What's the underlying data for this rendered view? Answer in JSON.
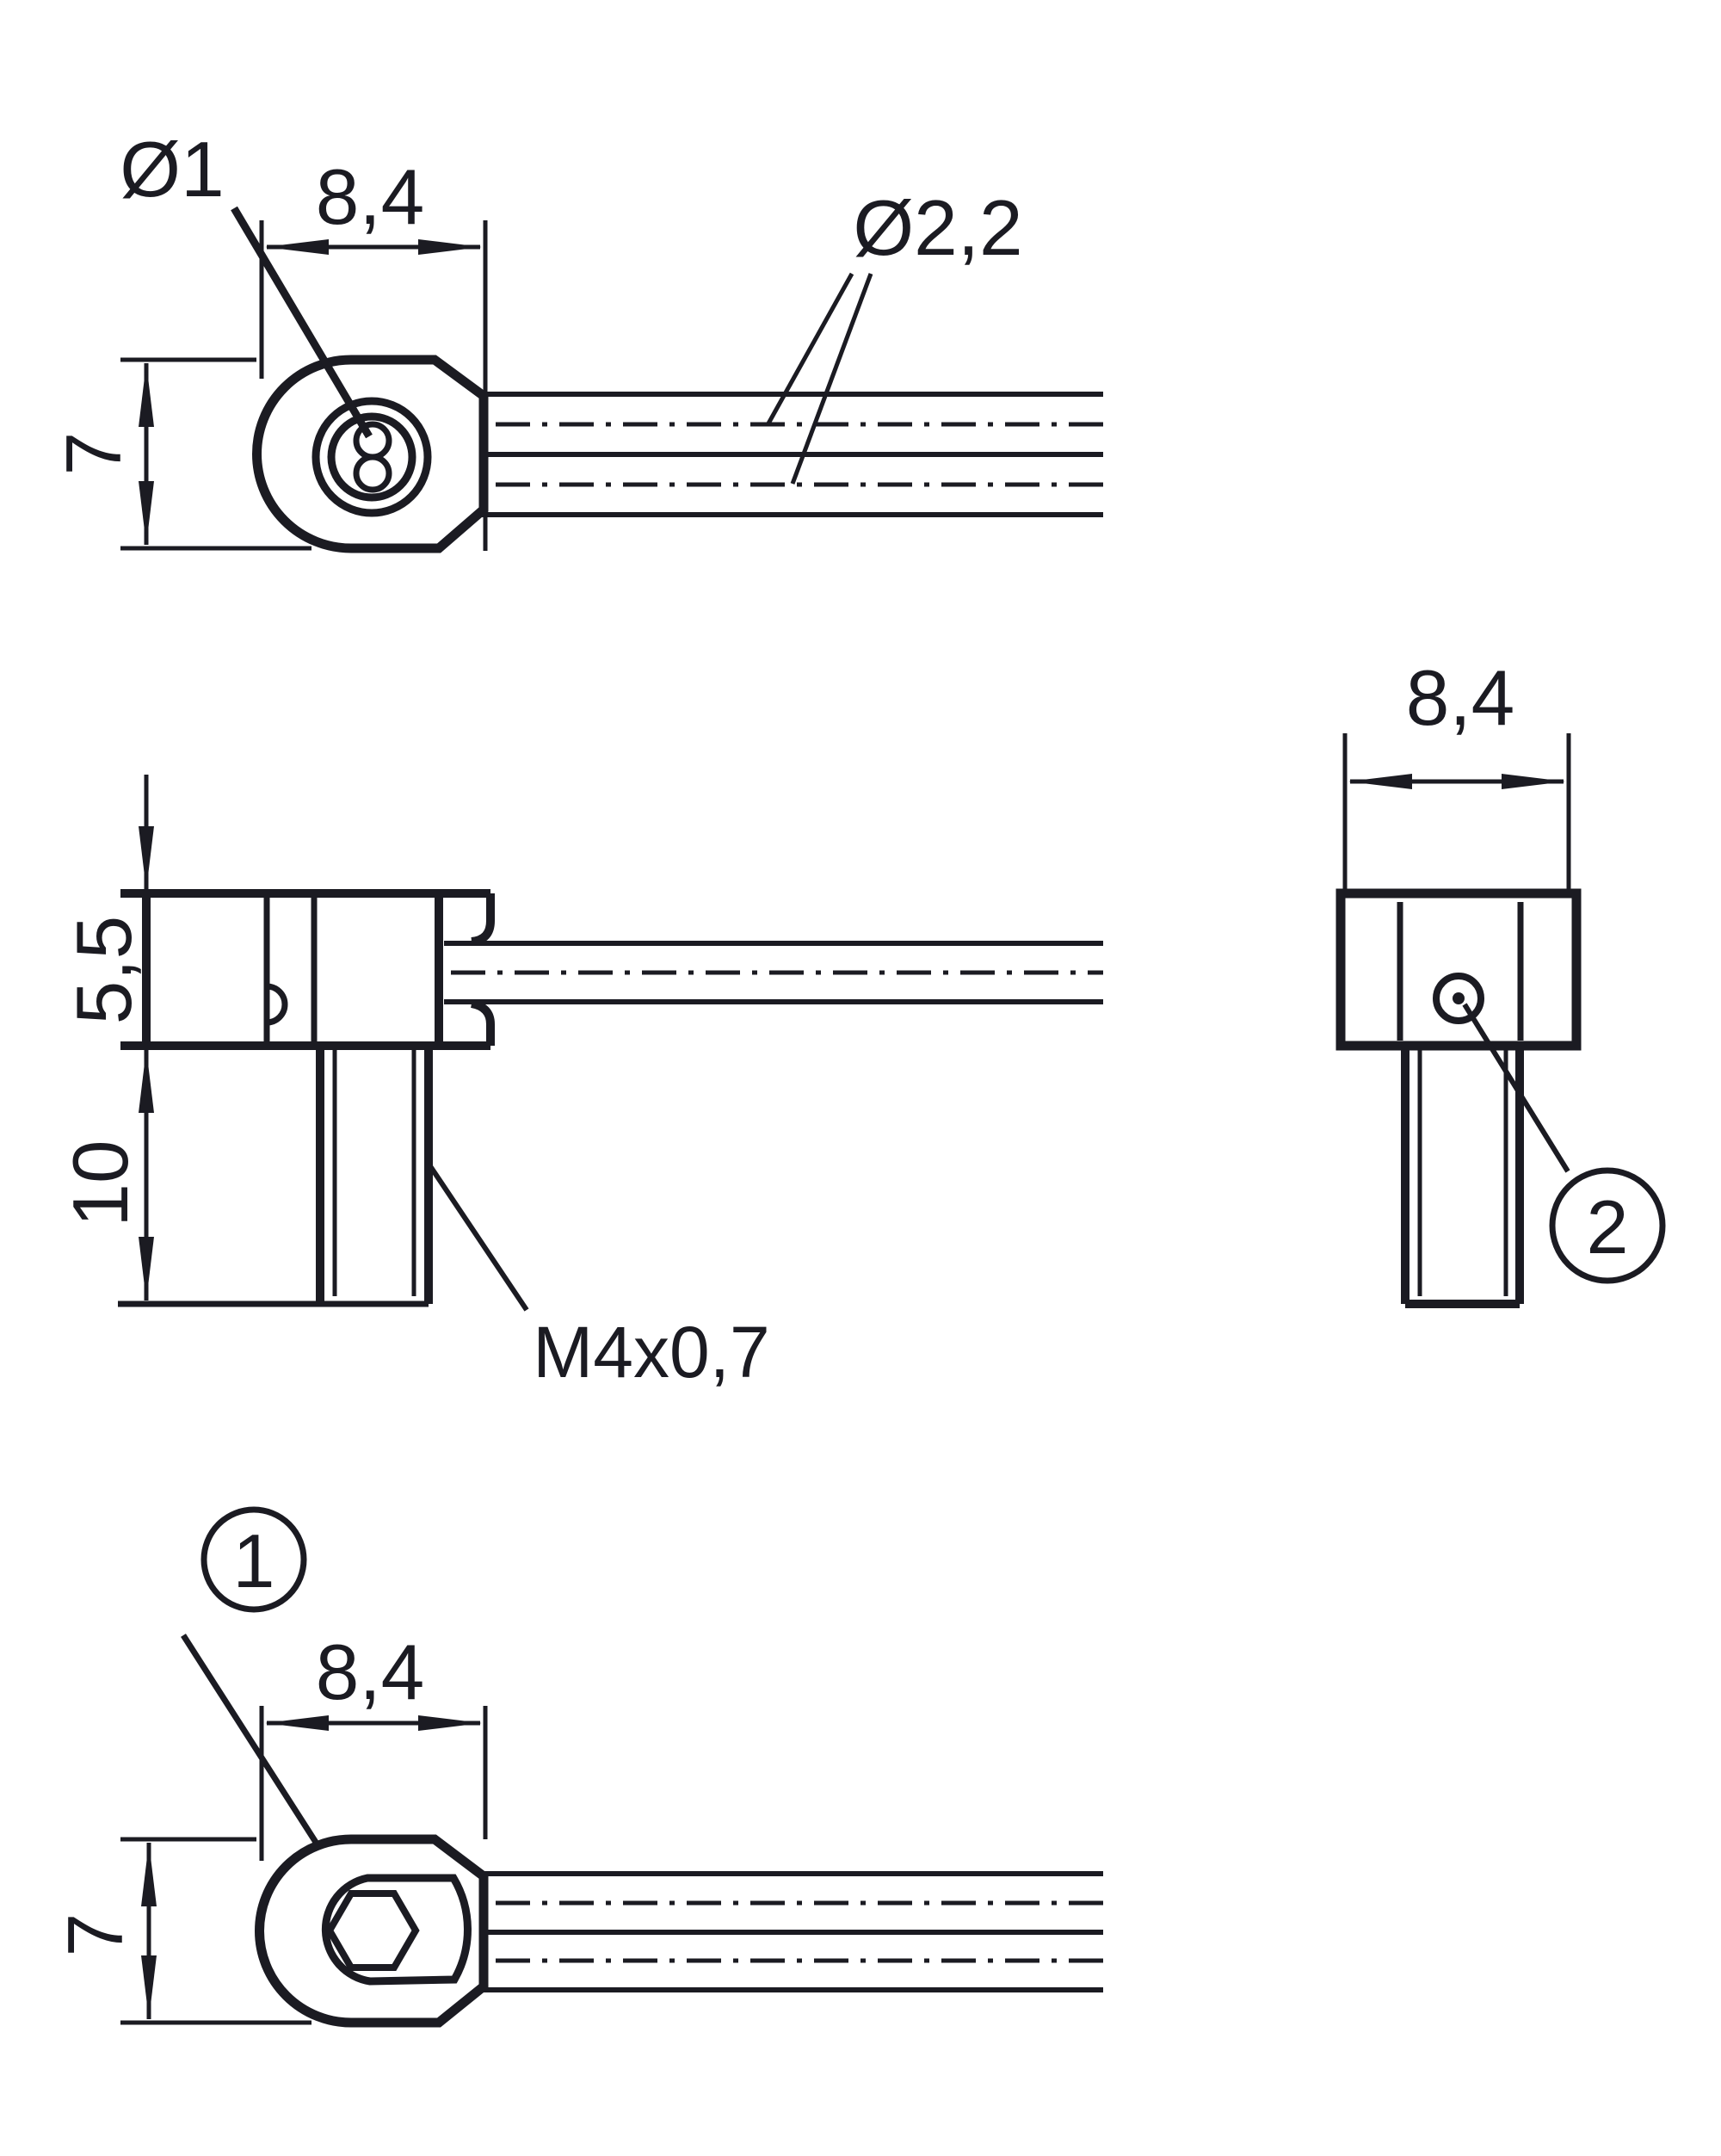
{
  "drawing": {
    "type": "technical-dimension-drawing",
    "background_color": "#ffffff",
    "line_color": "#1b1b22",
    "views": {
      "top_view": {
        "core_diameter_label": "Ø1",
        "width_dim": "8,4",
        "height_dim": "7",
        "cable_diameter_label": "Ø2,2"
      },
      "side_view": {
        "head_height_dim": "5,5",
        "thread_length_dim": "10",
        "thread_label": "M4x0,7"
      },
      "end_view": {
        "width_dim": "8,4",
        "callout_number": "2"
      },
      "bottom_view": {
        "callout_number": "1",
        "width_dim": "8,4",
        "height_dim": "7"
      }
    }
  }
}
